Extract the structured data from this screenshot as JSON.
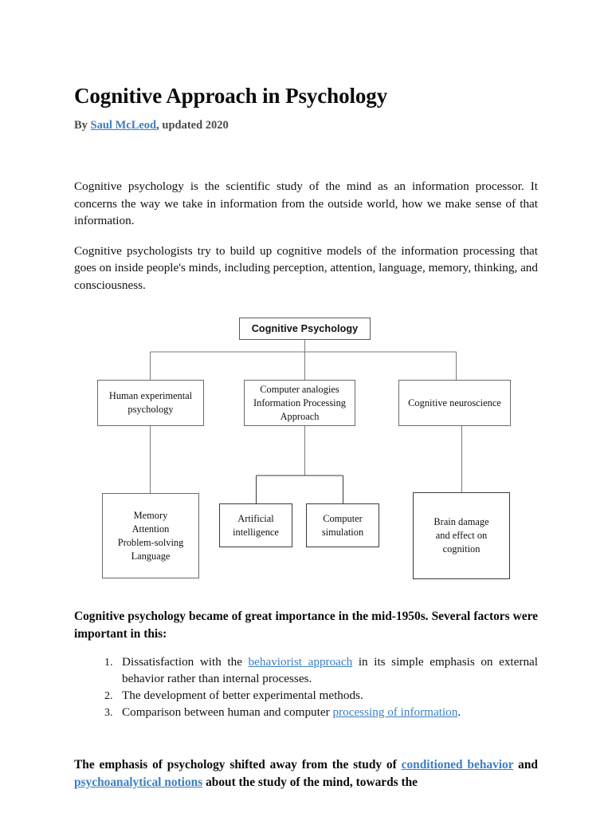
{
  "document": {
    "title": "Cognitive Approach in Psychology",
    "byline": {
      "prefix": "By ",
      "author": "Saul McLeod",
      "suffix": ", updated 2020"
    },
    "paragraphs": {
      "intro_1": "Cognitive psychology is the scientific study of the mind as an information processor. It concerns the way we take in information from the outside world, how we make sense of that information.",
      "intro_2": "Cognitive psychologists try to build up cognitive models of the information processing that goes on inside people's minds, including perception, attention, language, memory, thinking, and consciousness.",
      "importance_lead": "Cognitive psychology became of great importance in the mid-1950s. Several factors were important in this:"
    },
    "list": {
      "items": [
        {
          "number": "1.",
          "before_link": "Dissatisfaction with the ",
          "link": "behaviorist approach",
          "after_link": " in its simple emphasis on external behavior rather than internal processes."
        },
        {
          "number": "2.",
          "before_link": "The development of better experimental methods.",
          "link": "",
          "after_link": ""
        },
        {
          "number": "3.",
          "before_link": "Comparison between human and computer ",
          "link": "processing of information",
          "after_link": "."
        }
      ]
    },
    "closing": {
      "part_1": "The emphasis of psychology shifted away from the study of ",
      "link_1": "conditioned behavior",
      "part_2": " and ",
      "link_2": "psychoanalytical notions",
      "part_3": " about the study of the mind, towards the"
    },
    "colors": {
      "link": "#3d7fbf",
      "text": "#111111",
      "byline": "#4a4a4a",
      "box_border": "#6b6b6b",
      "connector": "#7a7a7a",
      "page_background": "#ffffff"
    }
  },
  "diagram": {
    "name": "cognitive-psychology-tree",
    "root": "Cognitive Psychology",
    "branches": [
      {
        "id": "human-experimental-psychology",
        "label": "Human experimental psychology",
        "line1": "Human experimental",
        "line2": "psychology",
        "children": [
          {
            "id": "memory-attention-problem-solving-language",
            "lines": [
              "Memory",
              "Attention",
              "Problem-solving",
              "Language"
            ]
          }
        ]
      },
      {
        "id": "computer-analogies-information-processing-approach",
        "label": "Computer analogies Information Processing Approach",
        "line1": "Computer analogies",
        "line2": "Information Processing",
        "line3": "Approach",
        "children": [
          {
            "id": "artificial-intelligence",
            "lines": [
              "Artificial",
              "intelligence"
            ]
          },
          {
            "id": "computer-simulation",
            "lines": [
              "Computer",
              "simulation"
            ]
          }
        ]
      },
      {
        "id": "cognitive-neuroscience",
        "label": "Cognitive neuroscience",
        "line1": "Cognitive neuroscience",
        "children": [
          {
            "id": "brain-damage-and-effect-on-cognition",
            "lines": [
              "Brain damage",
              "and effect on",
              "cognition"
            ]
          }
        ]
      }
    ]
  }
}
